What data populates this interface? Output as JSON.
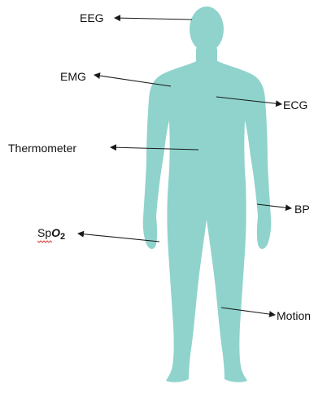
{
  "figure": {
    "body_color": "#8fd3cc",
    "arrow_color": "#1a1a1a",
    "spell_underline_color": "#e04040"
  },
  "labels": {
    "eeg": "EEG",
    "emg": "EMG",
    "ecg": "ECG",
    "thermometer": "Thermometer",
    "bp": "BP",
    "spo2_main": "Sp",
    "spo2_o": "O",
    "spo2_sub": "2",
    "motion": "Motion"
  }
}
